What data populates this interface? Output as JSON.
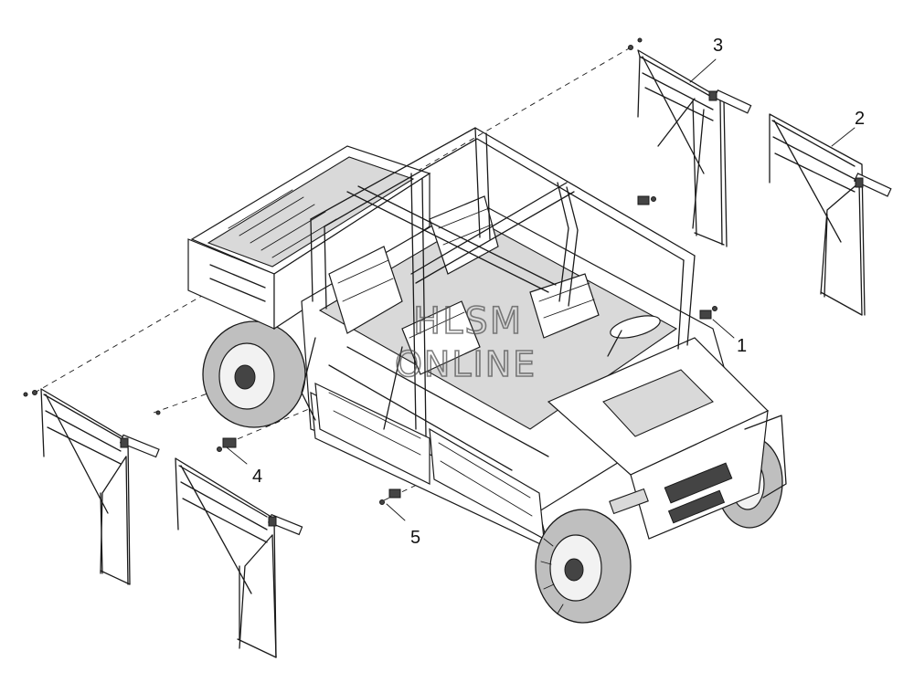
{
  "diagram": {
    "callouts": [
      {
        "id": "1",
        "label": "1"
      },
      {
        "id": "2",
        "label": "2"
      },
      {
        "id": "3",
        "label": "3"
      },
      {
        "id": "4",
        "label": "4"
      },
      {
        "id": "5",
        "label": "5"
      }
    ],
    "watermark": {
      "line1": "HLSM",
      "line2": "ONLINE"
    }
  }
}
